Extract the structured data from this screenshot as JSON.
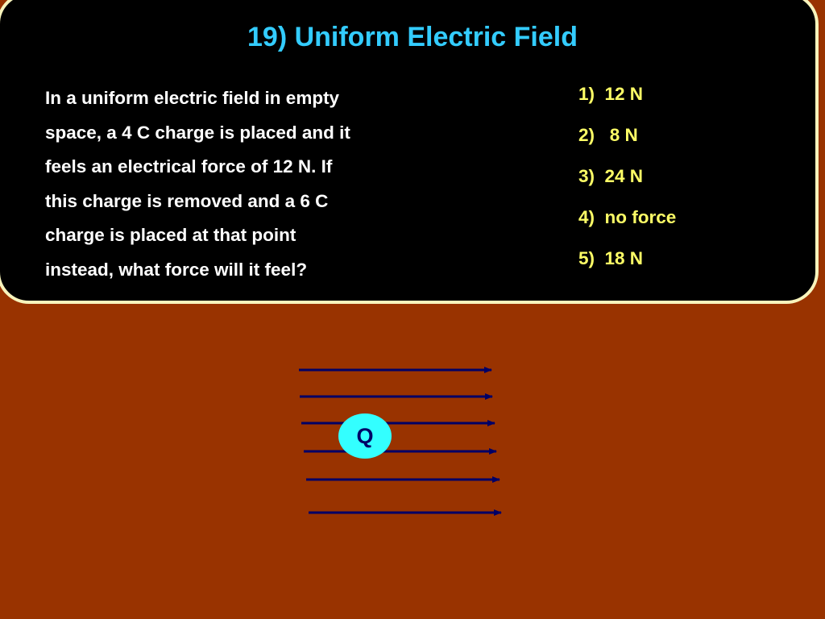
{
  "colors": {
    "background": "#993300",
    "panel": "#000000",
    "panel_border": "#f8f4bc",
    "title": "#33ccff",
    "question_text": "#ffffff",
    "answer_text": "#ffff66",
    "field_line": "#000066",
    "charge_fill": "#33ffff",
    "charge_text": "#000066"
  },
  "slide": {
    "title": "19) Uniform Electric Field",
    "question_lines": [
      "In a uniform electric field in empty",
      "space, a 4 C charge is placed and it",
      "feels an electrical force of 12 N.  If",
      "this charge is removed and a 6 C",
      "charge is placed at that point",
      "instead, what force will it feel?"
    ],
    "answers": [
      "1)  12 N",
      "2)   8 N",
      "3)  24 N",
      "4)  no force",
      "5)  18 N"
    ]
  },
  "diagram": {
    "field_line_count": 6,
    "field_direction": "right",
    "charge_label": "Q"
  }
}
